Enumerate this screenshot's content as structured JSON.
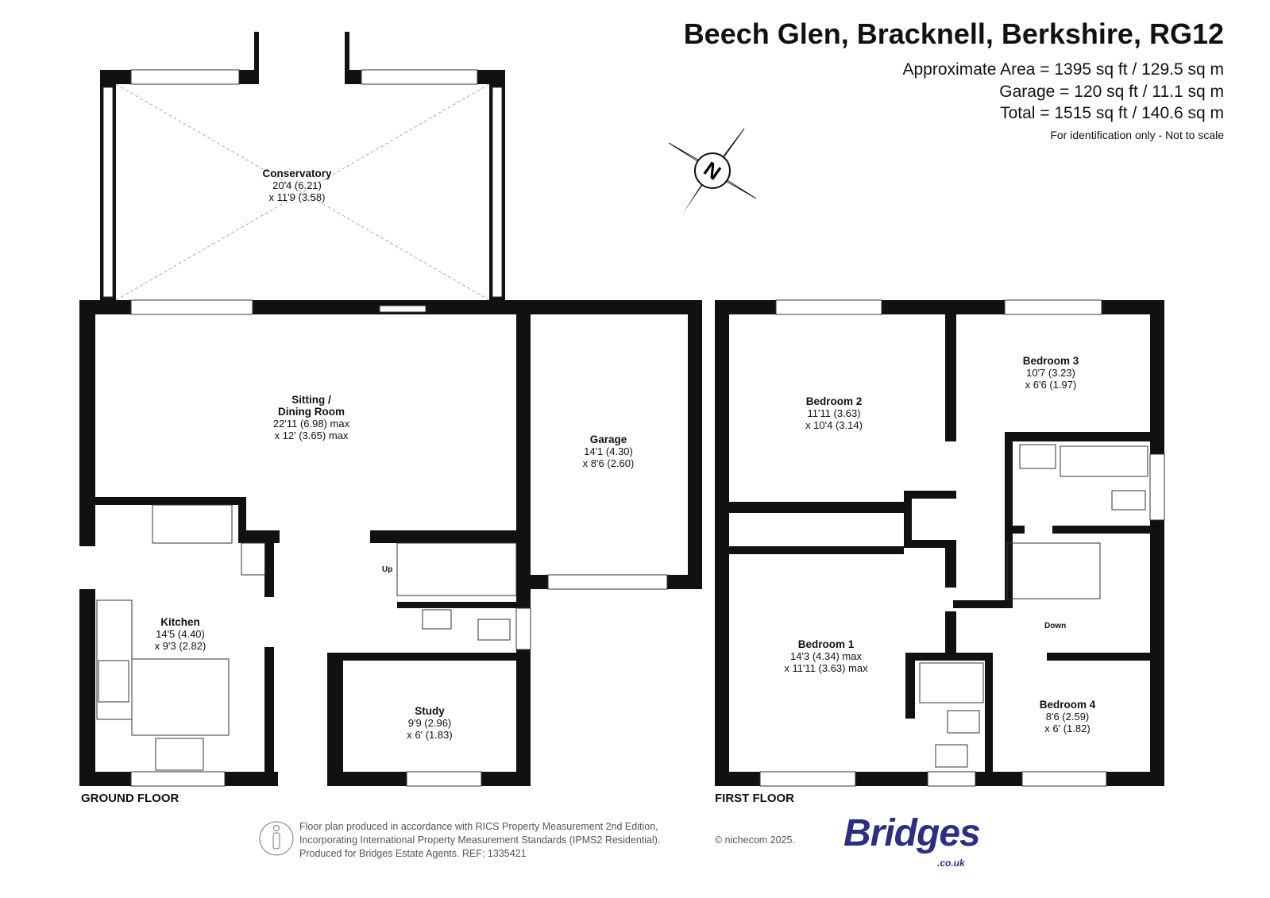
{
  "header": {
    "title": "Beech Glen, Bracknell, Berkshire, RG12",
    "approx_area": "Approximate Area = 1395 sq ft / 129.5 sq m",
    "garage_area": "Garage = 120 sq ft / 11.1 sq m",
    "total_area": "Total = 1515 sq ft / 140.6 sq m",
    "note": "For identification only - Not to scale"
  },
  "compass": {
    "label": "N",
    "icon": "north-compass-icon"
  },
  "rooms": {
    "conservatory": {
      "name": "Conservatory",
      "dim1": "20'4 (6.21)",
      "dim2": "x 11'9 (3.58)"
    },
    "sitting": {
      "name": "Sitting /",
      "name2": "Dining Room",
      "dim1": "22'11 (6.98) max",
      "dim2": "x 12' (3.65) max"
    },
    "garage": {
      "name": "Garage",
      "dim1": "14'1 (4.30)",
      "dim2": "x 8'6 (2.60)"
    },
    "kitchen": {
      "name": "Kitchen",
      "dim1": "14'5 (4.40)",
      "dim2": "x 9'3 (2.82)"
    },
    "study": {
      "name": "Study",
      "dim1": "9'9 (2.96)",
      "dim2": "x 6' (1.83)"
    },
    "bedroom2": {
      "name": "Bedroom 2",
      "dim1": "11'11 (3.63)",
      "dim2": "x 10'4 (3.14)"
    },
    "bedroom3": {
      "name": "Bedroom 3",
      "dim1": "10'7 (3.23)",
      "dim2": "x 6'6 (1.97)"
    },
    "bedroom1": {
      "name": "Bedroom 1",
      "dim1": "14'3 (4.34) max",
      "dim2": "x 11'11 (3.63) max"
    },
    "bedroom4": {
      "name": "Bedroom 4",
      "dim1": "8'6 (2.59)",
      "dim2": "x 6' (1.82)"
    }
  },
  "stairs": {
    "up": "Up",
    "down": "Down"
  },
  "floors": {
    "ground": "GROUND FLOOR",
    "first": "FIRST FLOOR"
  },
  "footer": {
    "line1": "Floor plan produced in accordance with RICS Property Measurement 2nd Edition,",
    "line2": "Incorporating International Property Measurement Standards (IPMS2 Residential).",
    "line3": "Produced for Bridges Estate Agents.   REF: 1335421",
    "copyright": "© nichecom 2025.",
    "logo": "Bridges",
    "logo_sub": ".co.uk"
  }
}
